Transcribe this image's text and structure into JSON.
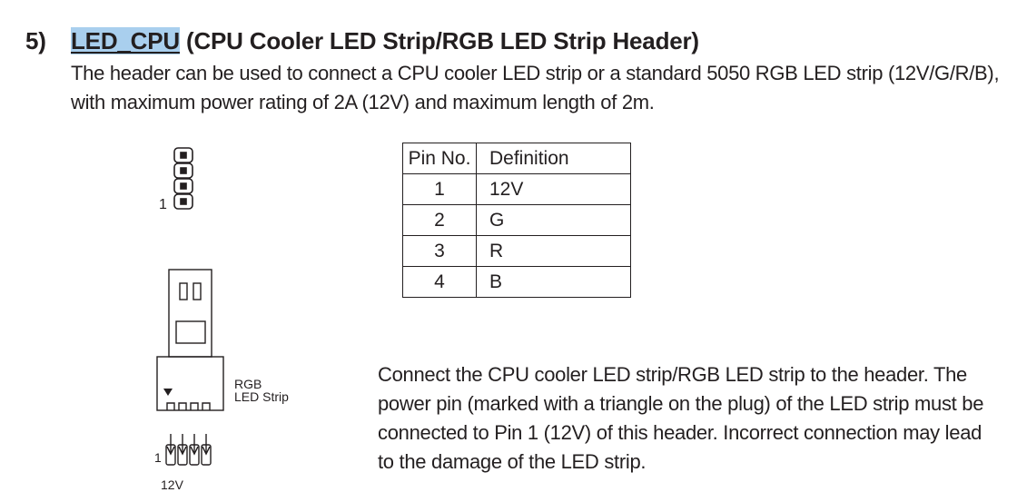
{
  "heading": {
    "number": "5)",
    "name": "LED_CPU",
    "rest": " (CPU Cooler LED Strip/RGB LED Strip Header)"
  },
  "intro": {
    "line1": "The header can be used to connect a CPU cooler LED strip or a standard 5050 RGB LED strip (12V/G/R/B),",
    "line2": "with maximum power rating of 2A (12V) and maximum length of 2m."
  },
  "pin_table": {
    "headers": [
      "Pin No.",
      "Definition"
    ],
    "rows": [
      [
        "1",
        "12V"
      ],
      [
        "2",
        "G"
      ],
      [
        "3",
        "R"
      ],
      [
        "4",
        "B"
      ]
    ]
  },
  "diagram": {
    "header_pin1_label": "1",
    "strip_label_line1": "RGB",
    "strip_label_line2": "LED Strip",
    "plug_pin1_label": "1",
    "plug_voltage_label": "12V"
  },
  "body": {
    "line1": "Connect the CPU cooler LED strip/RGB LED strip to the header. The",
    "line2": "power pin (marked with a triangle on the plug) of the LED strip must be",
    "line3": "connected to Pin 1 (12V) of this header. Incorrect connection may lead",
    "line4": "to the damage of the LED strip."
  }
}
